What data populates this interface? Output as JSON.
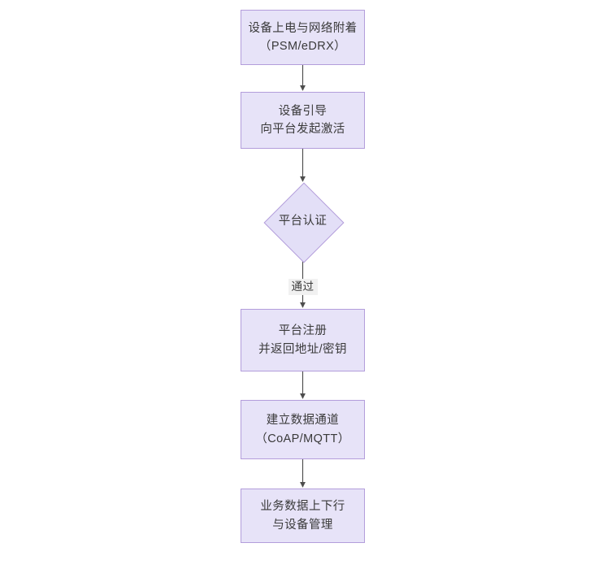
{
  "diagram": {
    "type": "flowchart",
    "orientation": "top-to-bottom",
    "title": "",
    "background_color": "#ffffff",
    "node_fill_color": "#e7e3f8",
    "node_border_color": "#b39ddb",
    "node_text_color": "#3a3a3a",
    "edge_color": "#4d4d4d",
    "edge_label_background": "#f1f1f1",
    "nodes": [
      {
        "id": "power-on",
        "shape": "rectangle",
        "lines": [
          "设备上电与网络附着",
          "（PSM/eDRX）"
        ]
      },
      {
        "id": "bootstrap",
        "shape": "rectangle",
        "lines": [
          "设备引导",
          "向平台发起激活"
        ]
      },
      {
        "id": "platform-auth",
        "shape": "diamond",
        "lines": [
          "平台认证"
        ]
      },
      {
        "id": "platform-register",
        "shape": "rectangle",
        "lines": [
          "平台注册",
          "并返回地址/密钥"
        ]
      },
      {
        "id": "data-channel",
        "shape": "rectangle",
        "lines": [
          "建立数据通道",
          "（CoAP/MQTT）"
        ]
      },
      {
        "id": "service-data",
        "shape": "rectangle",
        "lines": [
          "业务数据上下行",
          "与设备管理"
        ]
      }
    ],
    "edges": [
      {
        "id": "e1",
        "from": "power-on",
        "to": "bootstrap",
        "label": ""
      },
      {
        "id": "e2",
        "from": "bootstrap",
        "to": "platform-auth",
        "label": ""
      },
      {
        "id": "e3",
        "from": "platform-auth",
        "to": "platform-register",
        "label": "通过"
      },
      {
        "id": "e4",
        "from": "platform-register",
        "to": "data-channel",
        "label": ""
      },
      {
        "id": "e5",
        "from": "data-channel",
        "to": "service-data",
        "label": ""
      }
    ]
  }
}
